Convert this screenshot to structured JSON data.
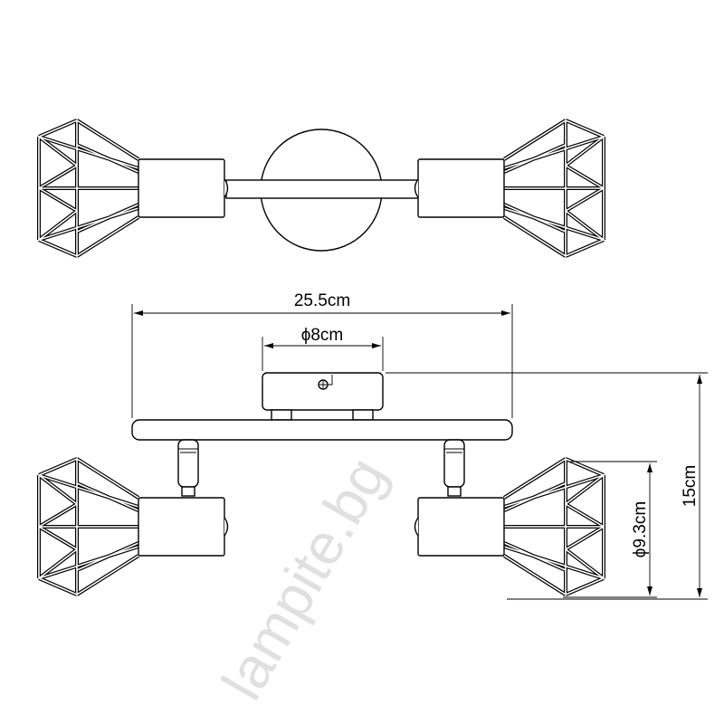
{
  "title": "Spotlight dimensions drawing",
  "dimensions": {
    "total_width": "25.5cm",
    "canopy_diameter": "ϕ8cm",
    "height": "15cm",
    "shade_diameter": "ϕ9.3cm"
  },
  "watermark": "lampite.bg",
  "colors": {
    "line": "#000000",
    "watermark": "#d9d9d9"
  }
}
